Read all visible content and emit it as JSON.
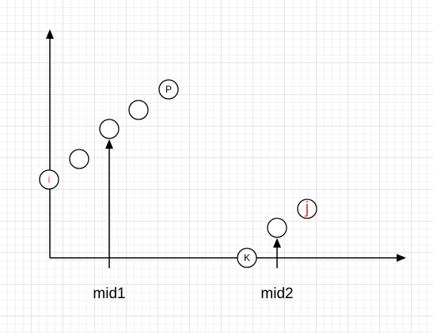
{
  "diagram": {
    "nodes": [
      {
        "label": "i",
        "color": "#e53935"
      },
      {
        "label": ""
      },
      {
        "label": ""
      },
      {
        "label": ""
      },
      {
        "label": "P",
        "color": "#000000"
      },
      {
        "label": "K",
        "color": "#000000"
      },
      {
        "label": ""
      },
      {
        "label": "j",
        "color": "#e53935"
      }
    ],
    "pointers": [
      {
        "label": "mid1"
      },
      {
        "label": "mid2"
      }
    ]
  }
}
